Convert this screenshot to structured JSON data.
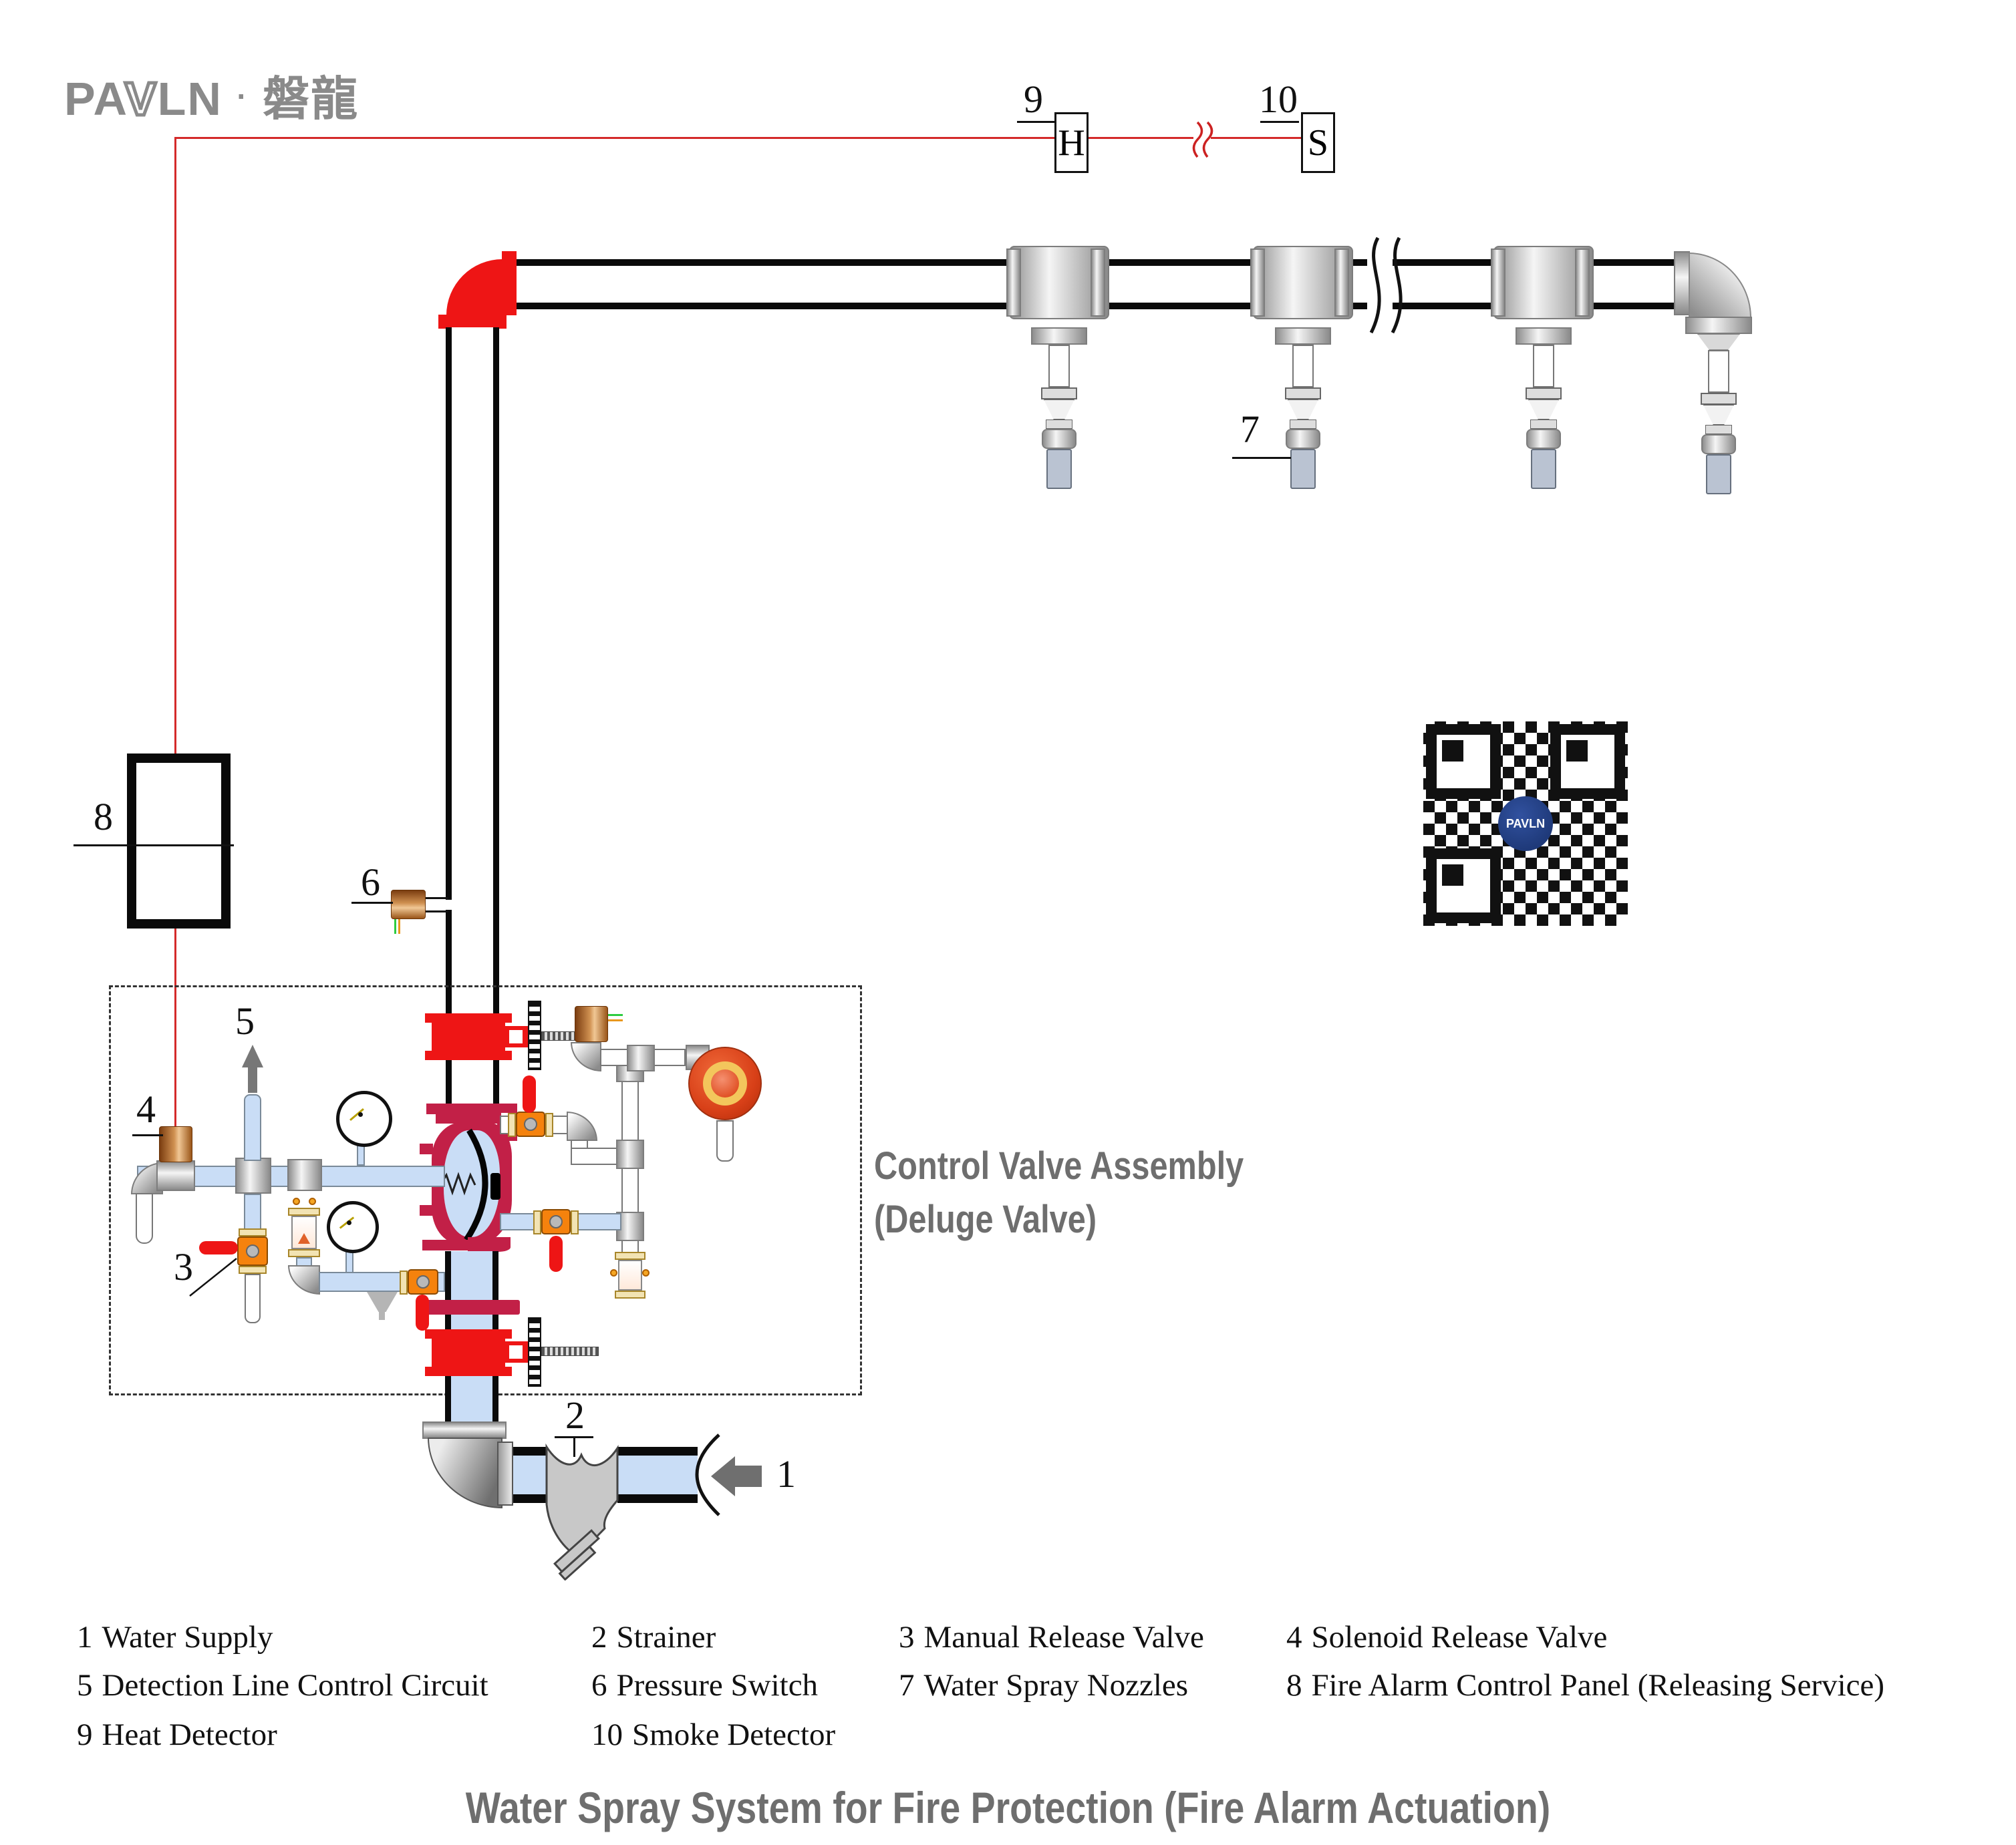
{
  "logo": {
    "latin_left": "PA",
    "latin_v": "V",
    "latin_right": "LN",
    "separator": "·",
    "cjk": "磐龍"
  },
  "title": "Water Spray System for Fire Protection (Fire Alarm Actuation)",
  "assembly_caption": {
    "line1": "Control Valve Assembly",
    "line2": "(Deluge Valve)"
  },
  "detectors": {
    "heat": {
      "symbol": "H"
    },
    "smoke": {
      "symbol": "S"
    }
  },
  "callouts": {
    "water_supply": "1",
    "strainer": "2",
    "manual_release_valve": "3",
    "solenoid_release_valve": "4",
    "detection_line": "5",
    "pressure_switch": "6",
    "nozzles": "7",
    "control_panel": "8",
    "heat_detector": "9",
    "smoke_detector": "10"
  },
  "qr": {
    "center_label": "PAVLN"
  },
  "legend": {
    "items": [
      {
        "num": "1",
        "label": "Water Supply"
      },
      {
        "num": "2",
        "label": "Strainer"
      },
      {
        "num": "3",
        "label": "Manual Release Valve"
      },
      {
        "num": "4",
        "label": "Solenoid Release Valve"
      },
      {
        "num": "5",
        "label": "Detection Line Control Circuit"
      },
      {
        "num": "6",
        "label": "Pressure Switch"
      },
      {
        "num": "7",
        "label": "Water Spray Nozzles"
      },
      {
        "num": "8",
        "label": "Fire Alarm Control Panel (Releasing Service)"
      },
      {
        "num": "9",
        "label": "Heat Detector"
      },
      {
        "num": "10",
        "label": "Smoke Detector"
      }
    ]
  },
  "colors": {
    "wire_red": "#d42a2a",
    "pipe_red": "#ee1515",
    "deluge_crimson": "#c22047",
    "water_blue": "#c9ddf6",
    "valve_orange": "#f5820d",
    "flange_yellow": "#f2e3b3",
    "handle_red": "#ee1515",
    "text_gray": "#6e6e6e",
    "logo_gray": "#8a8a8a",
    "qr_blue": "#1f3a7a",
    "arrow_gray": "#6f6f6f"
  }
}
